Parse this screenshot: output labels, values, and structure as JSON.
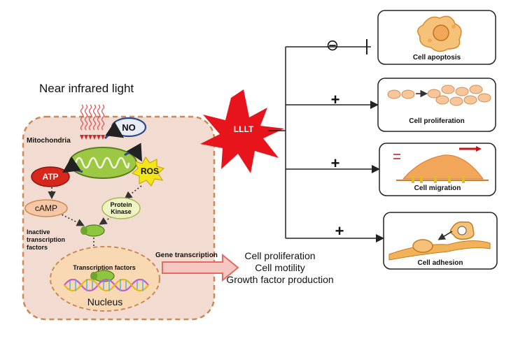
{
  "light": "Near infrared light",
  "cell": {
    "mitochondria": "Mitochondria",
    "no": "NO",
    "atp": "ATP",
    "ros": "ROS",
    "camp": "cAMP",
    "protein_kinase_1": "Protein",
    "protein_kinase_2": "Kinase",
    "inactive_1": "Inactive",
    "inactive_2": "transcription",
    "inactive_3": "factors",
    "tf": "Transcription factors",
    "nucleus": "Nucleus",
    "gene_transcription": "Gene transcription"
  },
  "outcomes": [
    "Cell proliferation",
    "Cell motility",
    "Growth factor production"
  ],
  "lllt": "LLLT",
  "branches": [
    {
      "symbol": "⊖",
      "label": "Cell apoptosis"
    },
    {
      "symbol": "+",
      "label": "Cell proliferation"
    },
    {
      "symbol": "+",
      "label": "Cell migration"
    },
    {
      "symbol": "+",
      "label": "Cell adhesion"
    }
  ],
  "colors": {
    "cell_fill": "#f2dcd2",
    "cell_border": "#c98a55",
    "starburst": "#e8141c",
    "mito": "#9dc843",
    "atp": "#d8261a",
    "ros": "#f2e61a",
    "arrow": "#e36b5e"
  }
}
